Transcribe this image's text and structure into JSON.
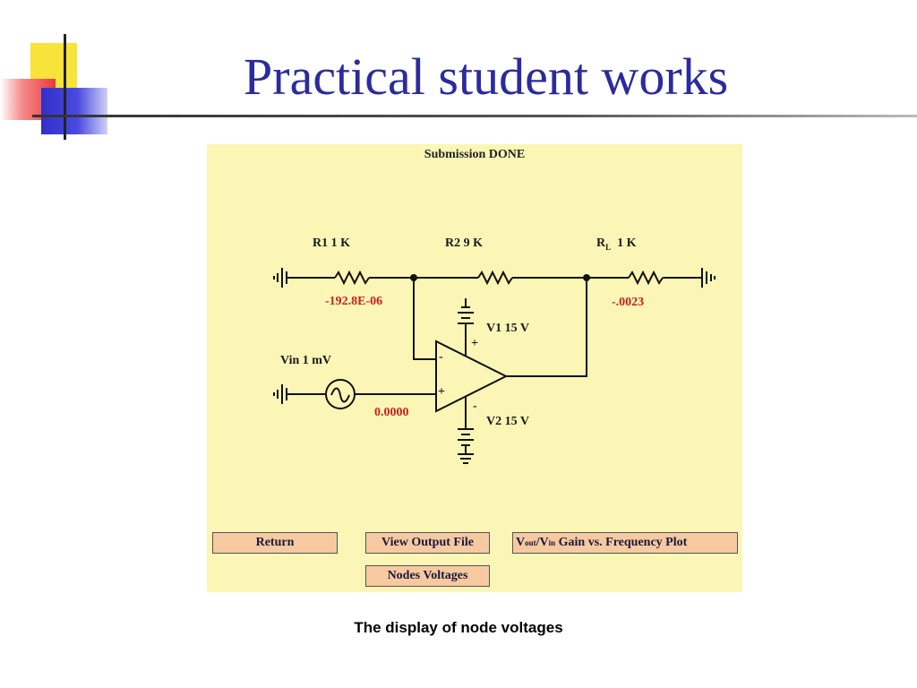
{
  "slide": {
    "title": "Practical student works",
    "caption": "The display of node voltages"
  },
  "panel": {
    "status": "Submission DONE",
    "components": {
      "r1": "R1  1 K",
      "r2": "R2  9 K",
      "rl_name": "R",
      "rl_sub": "L",
      "rl_value": "1 K",
      "v1": "V1  15 V",
      "v2": "V2  15 V",
      "vin": "Vin  1 mV"
    },
    "node_voltages": {
      "inverting_node": "-192.8E-06",
      "output_node": "-.0023",
      "noninverting_node": "0.0000"
    },
    "pins": {
      "minus": "-",
      "plus": "+"
    },
    "buttons": {
      "return": "Return",
      "view_output_file": "View Output File",
      "gain_plot_v1": "V",
      "gain_plot_sub1": "out",
      "gain_plot_slash": "/V",
      "gain_plot_sub2": "in",
      "gain_plot_rest": " Gain vs. Frequency Plot",
      "nodes_voltages": "Nodes Voltages"
    }
  },
  "colors": {
    "title": "#2b2b9e",
    "panel_bg": "#fbf6b6",
    "button_bg": "#f6c9a1",
    "node_value": "#c8201e"
  }
}
